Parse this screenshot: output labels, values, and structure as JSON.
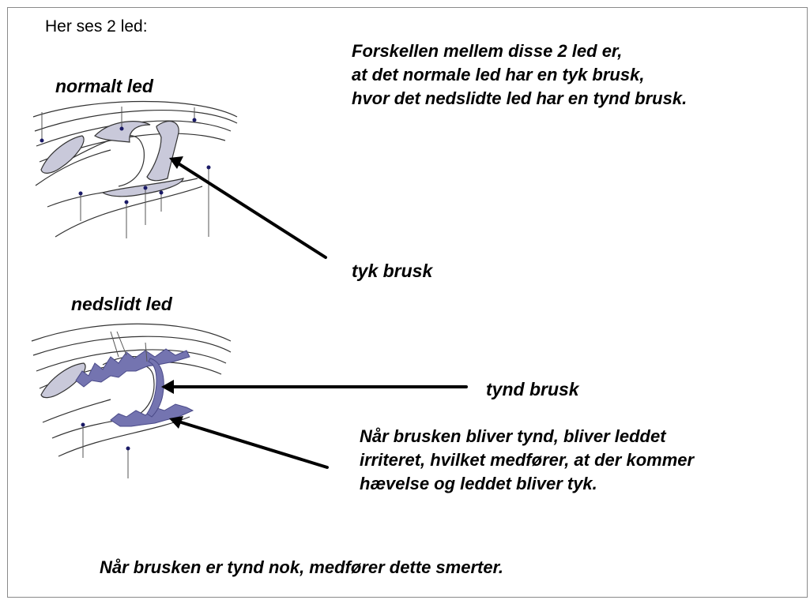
{
  "intro": "Her ses 2 led:",
  "difference_text": [
    "Forskellen mellem disse 2 led er,",
    "at det normale led har en tyk brusk,",
    "hvor det nedslidte led har en tynd brusk."
  ],
  "normal_joint_label": "normalt led",
  "worn_joint_label": "nedslidt led",
  "thick_cartilage_label": "tyk brusk",
  "thin_cartilage_label": "tynd brusk",
  "irritation_text": [
    "Når brusken bliver tynd, bliver leddet",
    "irriteret, hvilket medfører, at der kommer",
    "hævelse og leddet bliver tyk."
  ],
  "conclusion": "Når brusken er tynd nok, medfører dette smerter.",
  "colors": {
    "cartilage_fill": "#c9c9da",
    "worn_cartilage_fill": "#7474b0",
    "line": "#333333",
    "marker_dot": "#1a1a66",
    "frame": "#8a8a8a"
  }
}
